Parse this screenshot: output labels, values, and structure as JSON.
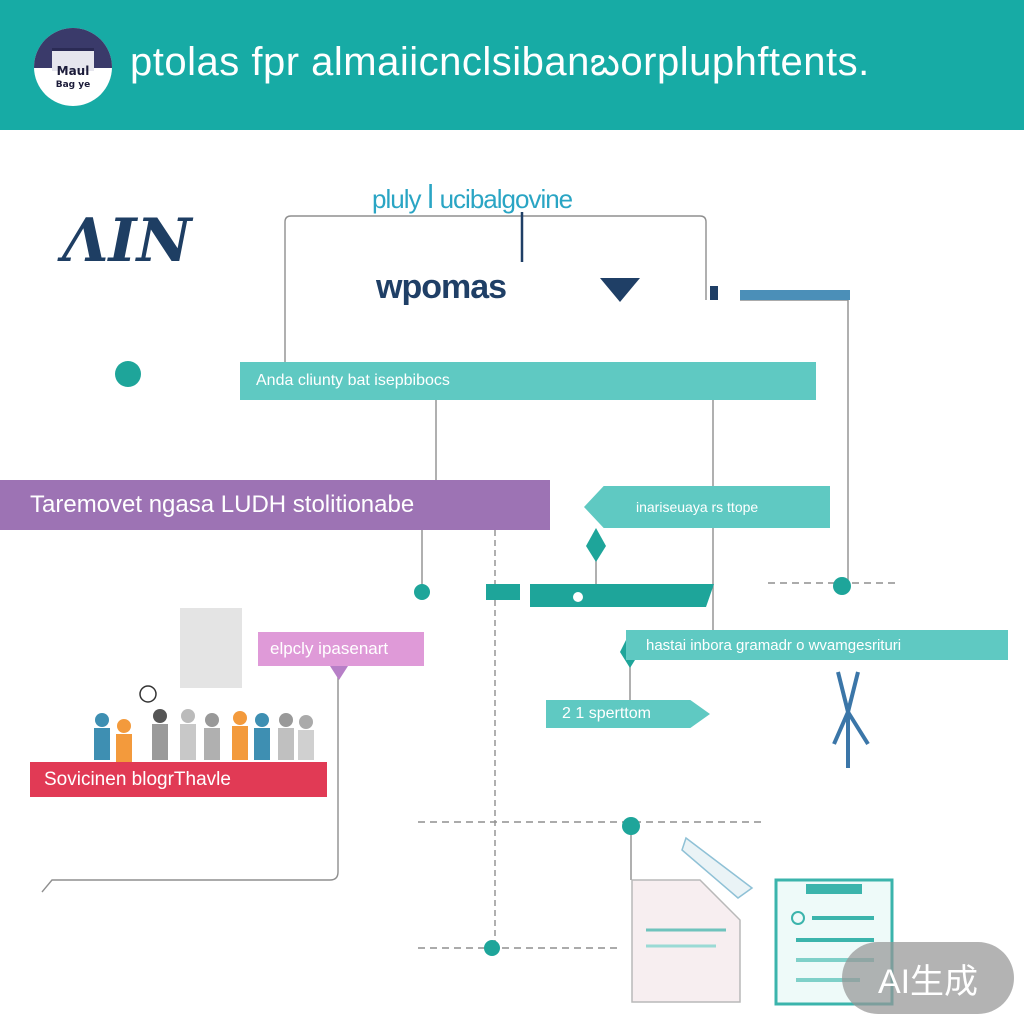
{
  "header": {
    "title": "ptolas fpr almaiicnclsibanబorpluphftents.",
    "logo_line1": "Maul",
    "logo_line2": "Bag ye"
  },
  "diagram": {
    "top_label": "pluly ꟾ ucibalgovine",
    "mid_label": "wpomas",
    "corner_mark": "ΛΙΝ",
    "bar1": "Anda cliunty bat  isepbibocs",
    "bar2": "Taremovet ngasa  LUDH  stolitionabe",
    "bar3": "inariseuaya rs ttope",
    "bar4": "hastai inbora gramadr o wvamgesrituri",
    "bar5": "2 1 sperttom",
    "pink_label": "elpcly ipasenart",
    "red_label": "Sovicinen blogrThavle"
  },
  "badge": {
    "text": "AI生成"
  },
  "colors": {
    "header": "#17aba5",
    "teal": "#5fc9c2",
    "purple": "#9d73b4",
    "pink": "#df9ad8",
    "red": "#e13a55",
    "navy": "#1f3f66"
  }
}
